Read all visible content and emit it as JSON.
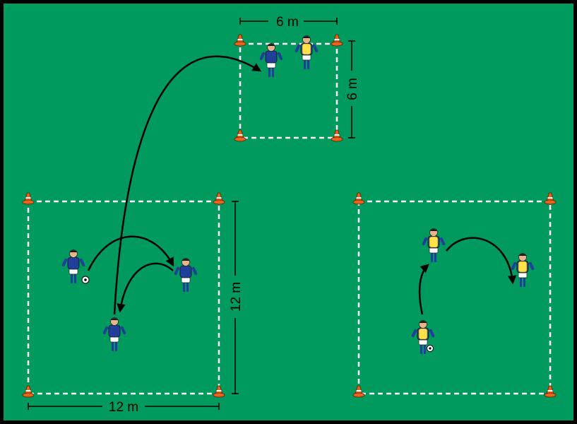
{
  "dimensions": {
    "top_width": "6 m",
    "top_height": "6 m",
    "left_width": "12 m",
    "left_height": "12 m"
  },
  "colors": {
    "pitch": "#009a5e",
    "border": "#000000",
    "boundary_line": "#ffffff",
    "cone": "#e8641c",
    "team_blue": "#1f3f9a",
    "team_yellow": "#ffe14a",
    "arrow": "#000000"
  },
  "grids": [
    {
      "name": "small-grid-top",
      "players": [
        {
          "team": "blue"
        },
        {
          "team": "yellow"
        }
      ]
    },
    {
      "name": "large-grid-left",
      "players": [
        {
          "team": "blue",
          "has_ball": true
        },
        {
          "team": "blue"
        },
        {
          "team": "blue"
        }
      ]
    },
    {
      "name": "large-grid-right",
      "players": [
        {
          "team": "yellow"
        },
        {
          "team": "yellow"
        },
        {
          "team": "yellow",
          "has_ball": true
        }
      ]
    }
  ],
  "icons": [
    "cone-icon",
    "player-icon",
    "ball-icon",
    "pass-arrow"
  ]
}
